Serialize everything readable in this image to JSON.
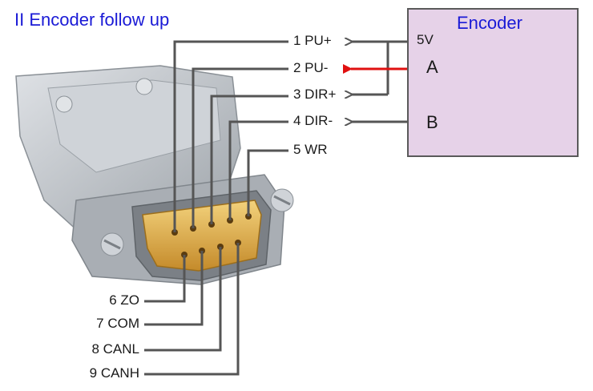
{
  "title": "II Encoder follow up",
  "encoder": {
    "title": "Encoder",
    "signals": {
      "v5": "5V",
      "a": "A",
      "b": "B"
    }
  },
  "pins_upper": [
    "1 PU+",
    "2 PU-",
    "3 DIR+",
    "4 DIR-",
    "5 WR"
  ],
  "pins_lower": [
    "6 ZO",
    "7 COM",
    "8 CANL",
    "9 CANH"
  ],
  "colors": {
    "title": "#1a1ad6",
    "wire": "#555555",
    "highlight_arrow": "#e01010",
    "encoder_fill": "#e6d2e8",
    "pin_gold": "#d9a84a",
    "connector_shell": "#b9bec4"
  }
}
